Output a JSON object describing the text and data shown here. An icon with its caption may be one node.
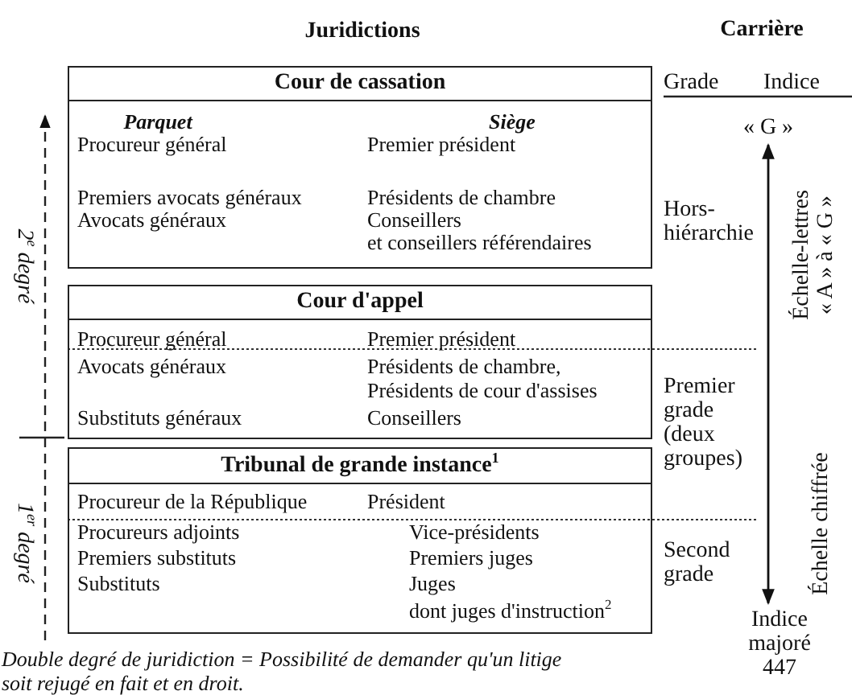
{
  "diagram": {
    "nodes": [
      {
        "text": [
          "Cour de cassation",
          "Parquet",
          "Siège",
          "Procureur général",
          "Premier président",
          "Premiers avocats généraux",
          "Présidents de chambre",
          "Avocats généraux",
          "Conseillers",
          "et conseillers référendaires"
        ]
      },
      {
        "text": [
          "Cour d'appel",
          "Procureur général",
          "Premier président",
          "Avocats généraux",
          "Présidents de chambre,",
          "Présidents de cour d'assises",
          "Substituts généraux",
          "Conseillers"
        ]
      },
      {
        "text": [
          "Tribunal de grande instance$^{1}$",
          "Procureur de la République",
          "Président",
          "Procureurs adjoints",
          "Vice-présidents",
          "Premiers substituts",
          "Premiers juges",
          "Substituts",
          "Juges",
          "dont juges d'instruction$^{2}$"
        ]
      },
      {
        "text": [
          "« G »"
        ]
      },
      {
        "text": [
          "Indice majoré 447"
        ]
      }
    ],
    "edges": [
      {
        "from": 3,
        "to": 4,
        "arrow": "both"
      }
    ],
    "labels": [
      "Juridictions",
      "Carrière",
      "Grade",
      "Indice",
      "Hors-hiérarchie",
      "Échelle-lettres",
      "« A » à « G »",
      "2$^{e}$ degré",
      "Premier grade (deux groupes)",
      "Échelle chiffrée",
      "1$^{er}$ degré",
      "Second grade",
      "Double degré de juridiction = Possibilité de demander qu'un litige soit rejugé en fait et en droit."
    ]
  }
}
